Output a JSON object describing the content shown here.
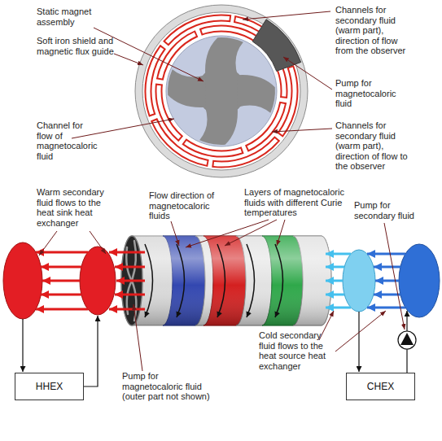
{
  "diagram": {
    "nodes": [
      {
        "text": [
          "HHEX"
        ]
      },
      {
        "text": [
          "CHEX"
        ]
      }
    ],
    "labels": [
      "Static magnet assembly",
      "Channels for secondary fluid (warm part), direction of flow from the observer",
      "Soft iron shield and magnetic flux guide",
      "Pump for magnetocaloric fluid",
      "Channel for flow of magnetocaloric fluid",
      "Channels for secondary fluid (warm part), direction of flow to the observer",
      "Warm secondary fluid flows to the heat sink heat exchanger",
      "Flow direction of magnetocaloric fluids",
      "Layers of magnetocaloric fluids with different Curie temperatures",
      "Pump for secondary fluid",
      "Cold secondary fluid flows to the heat source heat exchanger",
      "Pump for magnetocaloric fluid (outer part not shown)"
    ]
  }
}
